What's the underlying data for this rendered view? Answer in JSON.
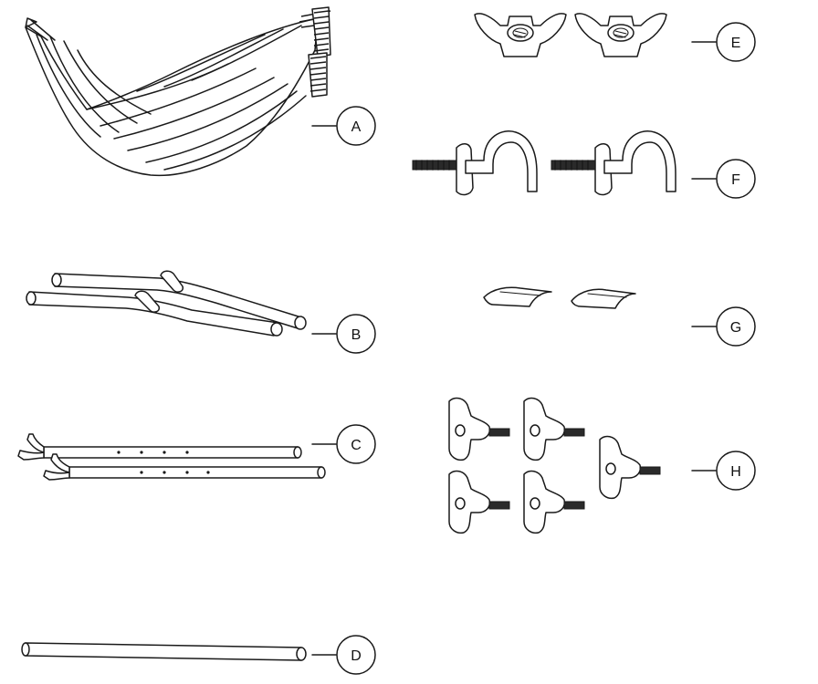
{
  "parts": [
    {
      "label": "A",
      "name": "hammock"
    },
    {
      "label": "B",
      "name": "curved-base-tubes"
    },
    {
      "label": "C",
      "name": "forked-support-poles"
    },
    {
      "label": "D",
      "name": "straight-tube"
    },
    {
      "label": "E",
      "name": "wing-nuts"
    },
    {
      "label": "F",
      "name": "hook-bolts"
    },
    {
      "label": "G",
      "name": "curved-clips"
    },
    {
      "label": "H",
      "name": "knob-bolts"
    }
  ]
}
